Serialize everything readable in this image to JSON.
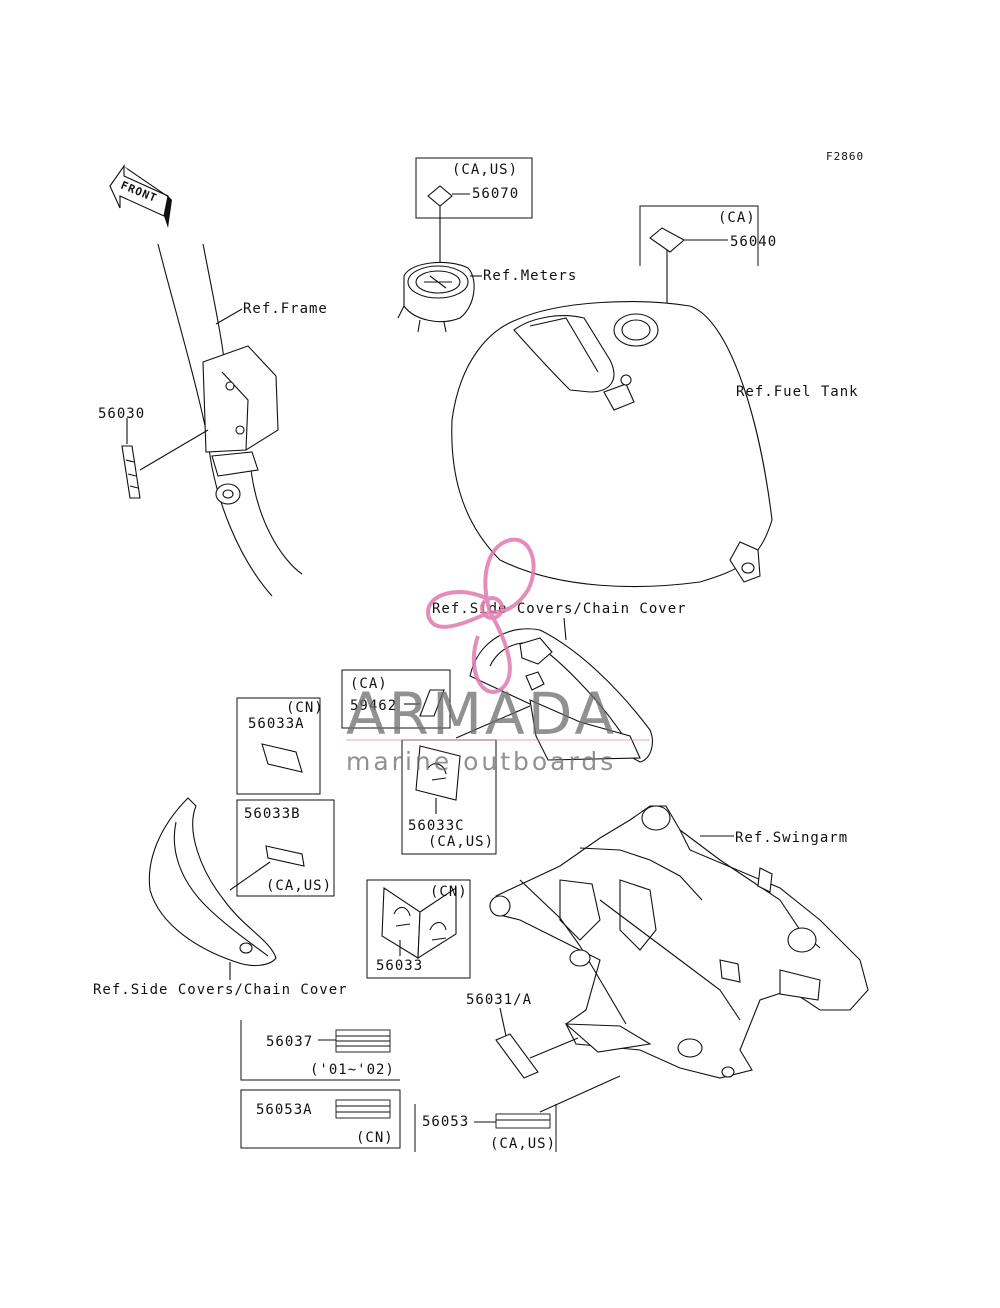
{
  "diagram_id": "F2860",
  "front_label": "FRONT",
  "labels": {
    "ref_frame": "Ref.Frame",
    "ref_meters": "Ref.Meters",
    "ref_fuel_tank": "Ref.Fuel Tank",
    "ref_side_covers_top": "Ref.Side Covers/Chain Cover",
    "ref_side_covers_bottom": "Ref.Side Covers/Chain Cover",
    "ref_swingarm": "Ref.Swingarm"
  },
  "parts": {
    "p56070": {
      "number": "56070",
      "region": "(CA,US)"
    },
    "p56040": {
      "number": "56040",
      "region": "(CA)"
    },
    "p56030": {
      "number": "56030"
    },
    "p59462": {
      "number": "59462",
      "region": "(CA)"
    },
    "p56033A": {
      "number": "56033A",
      "region": "(CN)"
    },
    "p56033B": {
      "number": "56033B",
      "region": "(CA,US)"
    },
    "p56033C": {
      "number": "56033C",
      "region": "(CA,US)"
    },
    "p56033": {
      "number": "56033",
      "region": "(CN)"
    },
    "p56031A": {
      "number": "56031/A"
    },
    "p56037": {
      "number": "56037",
      "region": "('01~'02)"
    },
    "p56053A": {
      "number": "56053A",
      "region": "(CN)"
    },
    "p56053": {
      "number": "56053",
      "region": "(CA,US)"
    }
  },
  "watermark": {
    "brand": "ARMADA",
    "tagline": "marine outboards",
    "colors": {
      "logo": "#e07ab0",
      "text": "#6d6d6d"
    }
  }
}
